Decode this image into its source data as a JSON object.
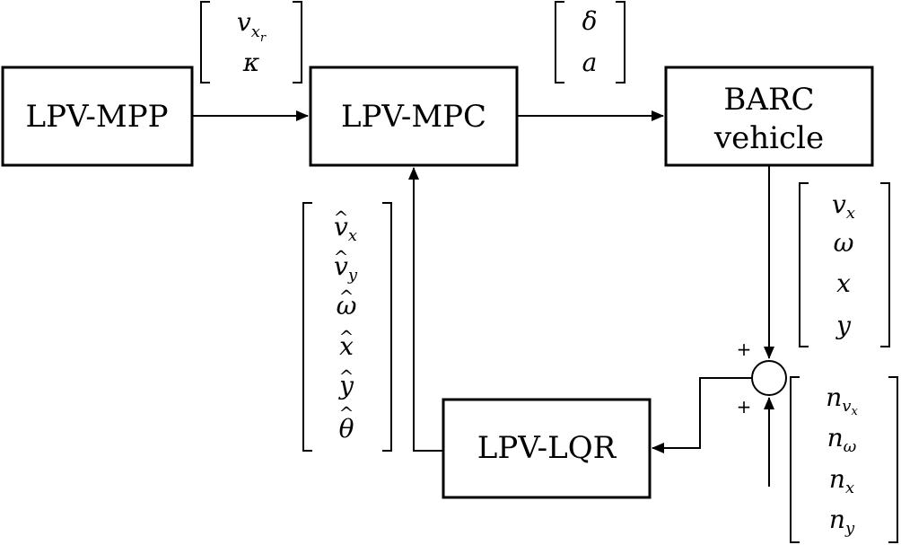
{
  "blocks": {
    "mpp": "LPV-MPP",
    "mpc": "LPV-MPC",
    "barc_line1": "BARC",
    "barc_line2": "vehicle",
    "lqr": "LPV-LQR"
  },
  "signals": {
    "mpp_to_mpc": {
      "v": "v",
      "v_sub": "x",
      "v_subsub": "r",
      "kappa": "κ"
    },
    "mpc_to_barc": {
      "delta": "δ",
      "a": "a"
    },
    "estimates": {
      "vx": "v",
      "vx_sub": "x",
      "vy": "v",
      "vy_sub": "y",
      "omega": "ω",
      "x": "x",
      "y": "y",
      "theta": "θ",
      "hat": "^"
    },
    "measurements": {
      "vx": "v",
      "vx_sub": "x",
      "omega": "ω",
      "x": "x",
      "y": "y"
    },
    "noise": {
      "n1": "n",
      "n1_sub": "v",
      "n1_subsub": "x",
      "n2": "n",
      "n2_sub": "ω",
      "n3": "n",
      "n3_sub": "x",
      "n4": "n",
      "n4_sub": "y"
    }
  },
  "summing_junction": {
    "sign_top": "+",
    "sign_bottom": "+"
  }
}
